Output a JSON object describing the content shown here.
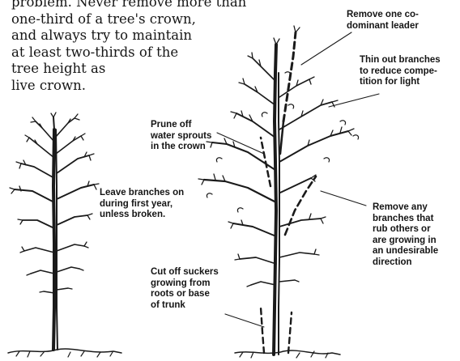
{
  "intro_lines": [
    "problem. Never remove more than",
    "one-third of a tree's crown,",
    "and always try to maintain",
    "at least two-thirds of the",
    "tree height as",
    "live crown."
  ],
  "labels": {
    "codominant": [
      "Remove one co-",
      "dominant leader"
    ],
    "thin": [
      "Thin out branches",
      "to reduce compe-",
      "tition for light"
    ],
    "water_sprouts": [
      "Prune off",
      "water sprouts",
      "in the crown"
    ],
    "leave": [
      "Leave branches on",
      "during first year,",
      "unless broken."
    ],
    "rubbing": [
      "Remove any",
      "branches that",
      "rub others or",
      "are growing in",
      "an undesirable",
      "direction"
    ],
    "suckers": [
      "Cut off suckers",
      "growing from",
      "roots or base",
      "of trunk"
    ]
  },
  "colors": {
    "ink": "#1a1a1a",
    "background": "#ffffff"
  }
}
